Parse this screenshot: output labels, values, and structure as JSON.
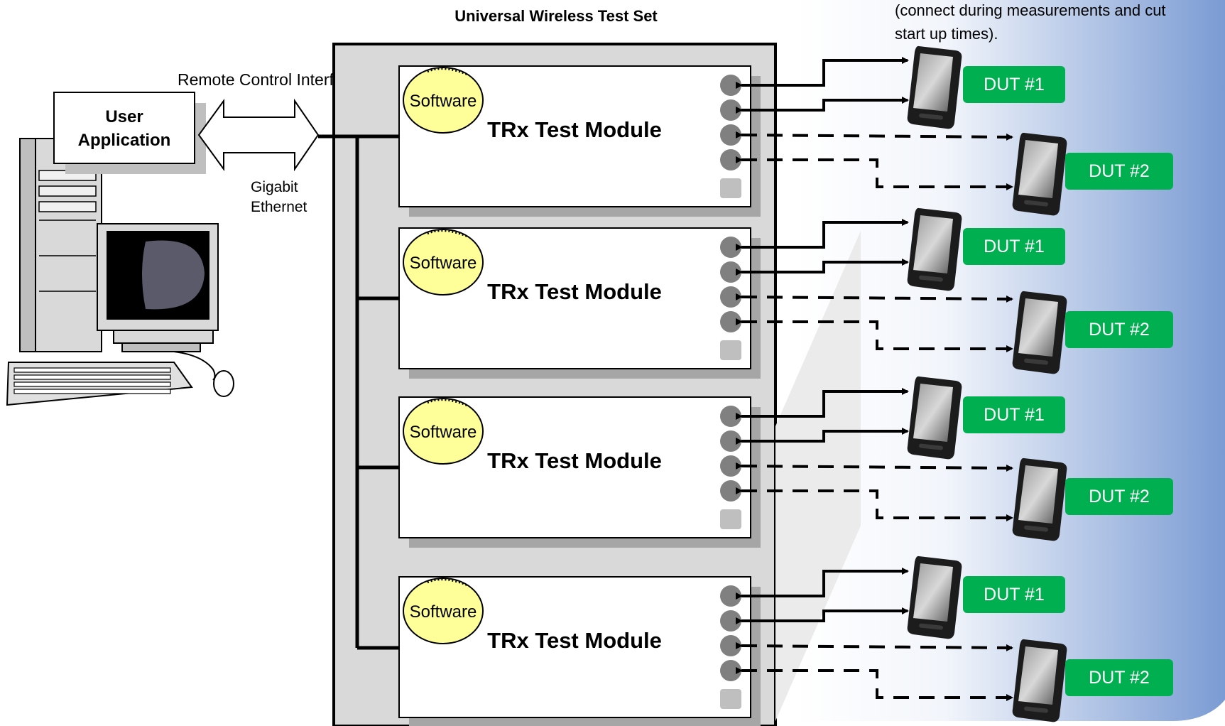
{
  "title": "Universal Wireless Test Set",
  "note_lines": [
    "(connect during measurements and cut",
    "start up times)."
  ],
  "remote_interface_label": "Remote Control Interface",
  "link_label_lines": [
    "Gigabit",
    "Ethernet"
  ],
  "user_app_lines": [
    "User",
    "Application"
  ],
  "modules": [
    {
      "label": "TRx Test Module",
      "software": "Software"
    },
    {
      "label": "TRx Test Module",
      "software": "Software"
    },
    {
      "label": "TRx Test Module",
      "software": "Software"
    },
    {
      "label": "TRx Test Module",
      "software": "Software"
    }
  ],
  "dut_pairs": [
    {
      "dut1": "DUT #1",
      "dut2": "DUT #2"
    },
    {
      "dut1": "DUT #1",
      "dut2": "DUT #2"
    },
    {
      "dut1": "DUT #1",
      "dut2": "DUT #2"
    },
    {
      "dut1": "DUT #1",
      "dut2": "DUT #2"
    }
  ],
  "colors": {
    "dut_badge": "#00b050",
    "software_ellipse": "#ffff99",
    "port": "#808080",
    "panel_bg_right": "#7f9fd4"
  }
}
